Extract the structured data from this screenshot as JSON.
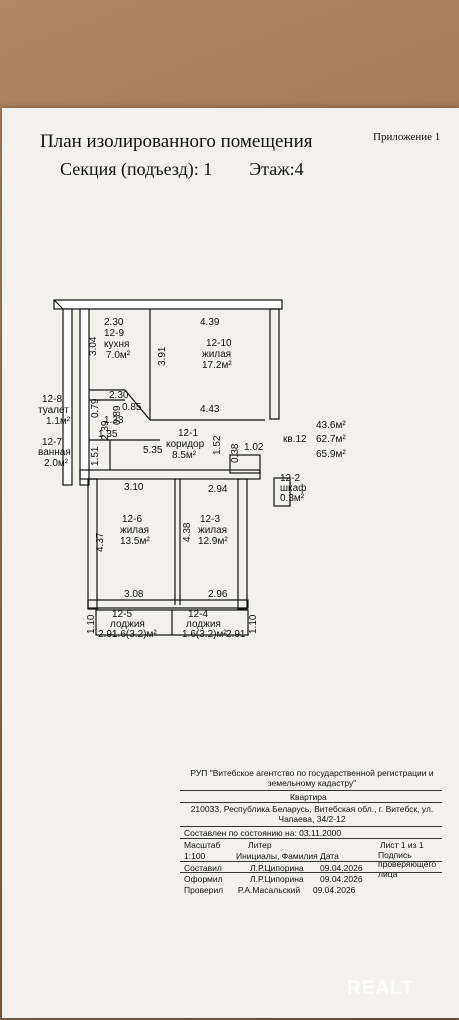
{
  "document": {
    "title": "План изолированного помещения",
    "subtitle_section": "Секция (подъезд): 1",
    "subtitle_floor": "Этаж:4",
    "appendix": "Приложение 1"
  },
  "plan": {
    "rooms": [
      {
        "id": "12-9",
        "name": "кухня",
        "area": "7.0м²"
      },
      {
        "id": "12-10",
        "name": "жилая",
        "area": "17.2м²"
      },
      {
        "id": "12-8",
        "name": "туалет",
        "area": "1.1м²"
      },
      {
        "id": "12-7",
        "name": "ванная",
        "area": "2.0м²"
      },
      {
        "id": "12-1",
        "name": "коридор",
        "area": "8.5м²"
      },
      {
        "id": "12-2",
        "name": "шкаф",
        "area": "0.3м²"
      },
      {
        "id": "12-6",
        "name": "жилая",
        "area": "13.5м²"
      },
      {
        "id": "12-3",
        "name": "жилая",
        "area": "12.9м²"
      },
      {
        "id": "12-5",
        "name": "лоджия",
        "area": "1.6(3.2)м²"
      },
      {
        "id": "12-4",
        "name": "лоджия",
        "area": "1.6(3.2)м²"
      }
    ],
    "dimensions": [
      "2.30",
      "4.39",
      "3.04",
      "3.91",
      "2.30",
      "0.85",
      "4.43",
      "0.79",
      "1.33",
      "1.35",
      "2.39",
      "0.89",
      "5.35",
      "1.51",
      "1.52",
      "0.38",
      "1.02",
      "3.10",
      "2.94",
      "4.37",
      "4.38",
      "3.08",
      "2.96",
      "1.10",
      "1.10",
      "2.91",
      "2.91"
    ],
    "apartment": "кв.12",
    "area_total_1": "43.6м²",
    "area_total_2": "62.7м²",
    "area_total_3": "65.9м²"
  },
  "stamp": {
    "org": "РУП \"Витебское агентство по государственной регистрации и земельному кадастру\"",
    "type": "Квартира",
    "address": "210033, Республика Беларусь, Витебская обл., г. Витебск, ул. Чапаева, 34/2-12",
    "date_line": "Составлен по состоянию на: 03.11.2000",
    "scale_label": "Масштаб",
    "scale": "1:100",
    "letter_label": "Литер",
    "sheet": "Лист  1  из  1",
    "col_name": "Инициалы, Фамилия",
    "col_date": "Дата",
    "col_sign": "Подпись проверяющего лица",
    "rows": [
      {
        "role": "Составил",
        "name": "Л.Р.Ципорина",
        "date": "09.04.2026"
      },
      {
        "role": "Оформил",
        "name": "Л.Р.Ципорина",
        "date": "09.04.2026"
      },
      {
        "role": "Проверил",
        "name": "Р.А.Масальский",
        "date": "09.04.2026"
      }
    ]
  },
  "watermark": "REALT"
}
